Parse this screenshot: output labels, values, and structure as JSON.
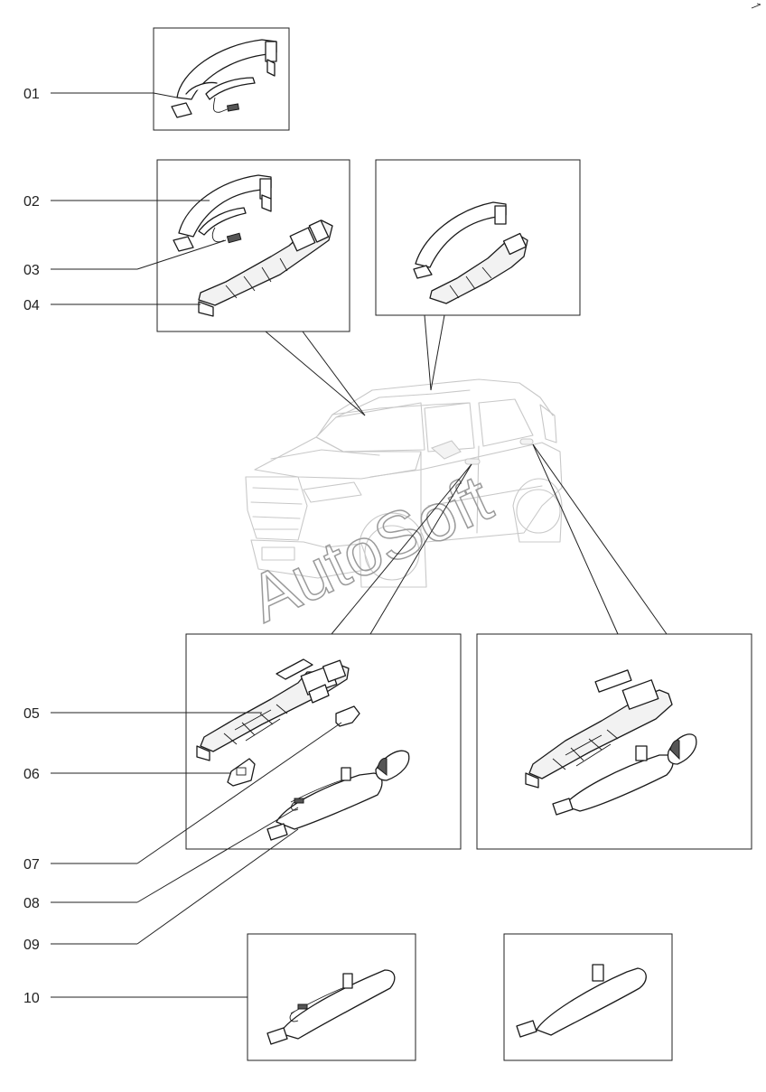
{
  "callouts": [
    {
      "id": "01",
      "label": "01"
    },
    {
      "id": "02",
      "label": "02"
    },
    {
      "id": "03",
      "label": "03"
    },
    {
      "id": "04",
      "label": "04"
    },
    {
      "id": "05",
      "label": "05"
    },
    {
      "id": "06",
      "label": "06"
    },
    {
      "id": "07",
      "label": "07"
    },
    {
      "id": "08",
      "label": "08"
    },
    {
      "id": "09",
      "label": "09"
    },
    {
      "id": "10",
      "label": "10"
    }
  ],
  "watermark": "AutoSoft",
  "icons": [
    "door-handle-assembly-icon",
    "wiring-connector-icon",
    "handle-bracket-icon",
    "end-cap-icon",
    "gasket-icon",
    "vehicle-outline-icon"
  ],
  "colors": {
    "line": "#222222",
    "vehicle": "#c8c8c8",
    "watermark": "#9a9a9a"
  }
}
